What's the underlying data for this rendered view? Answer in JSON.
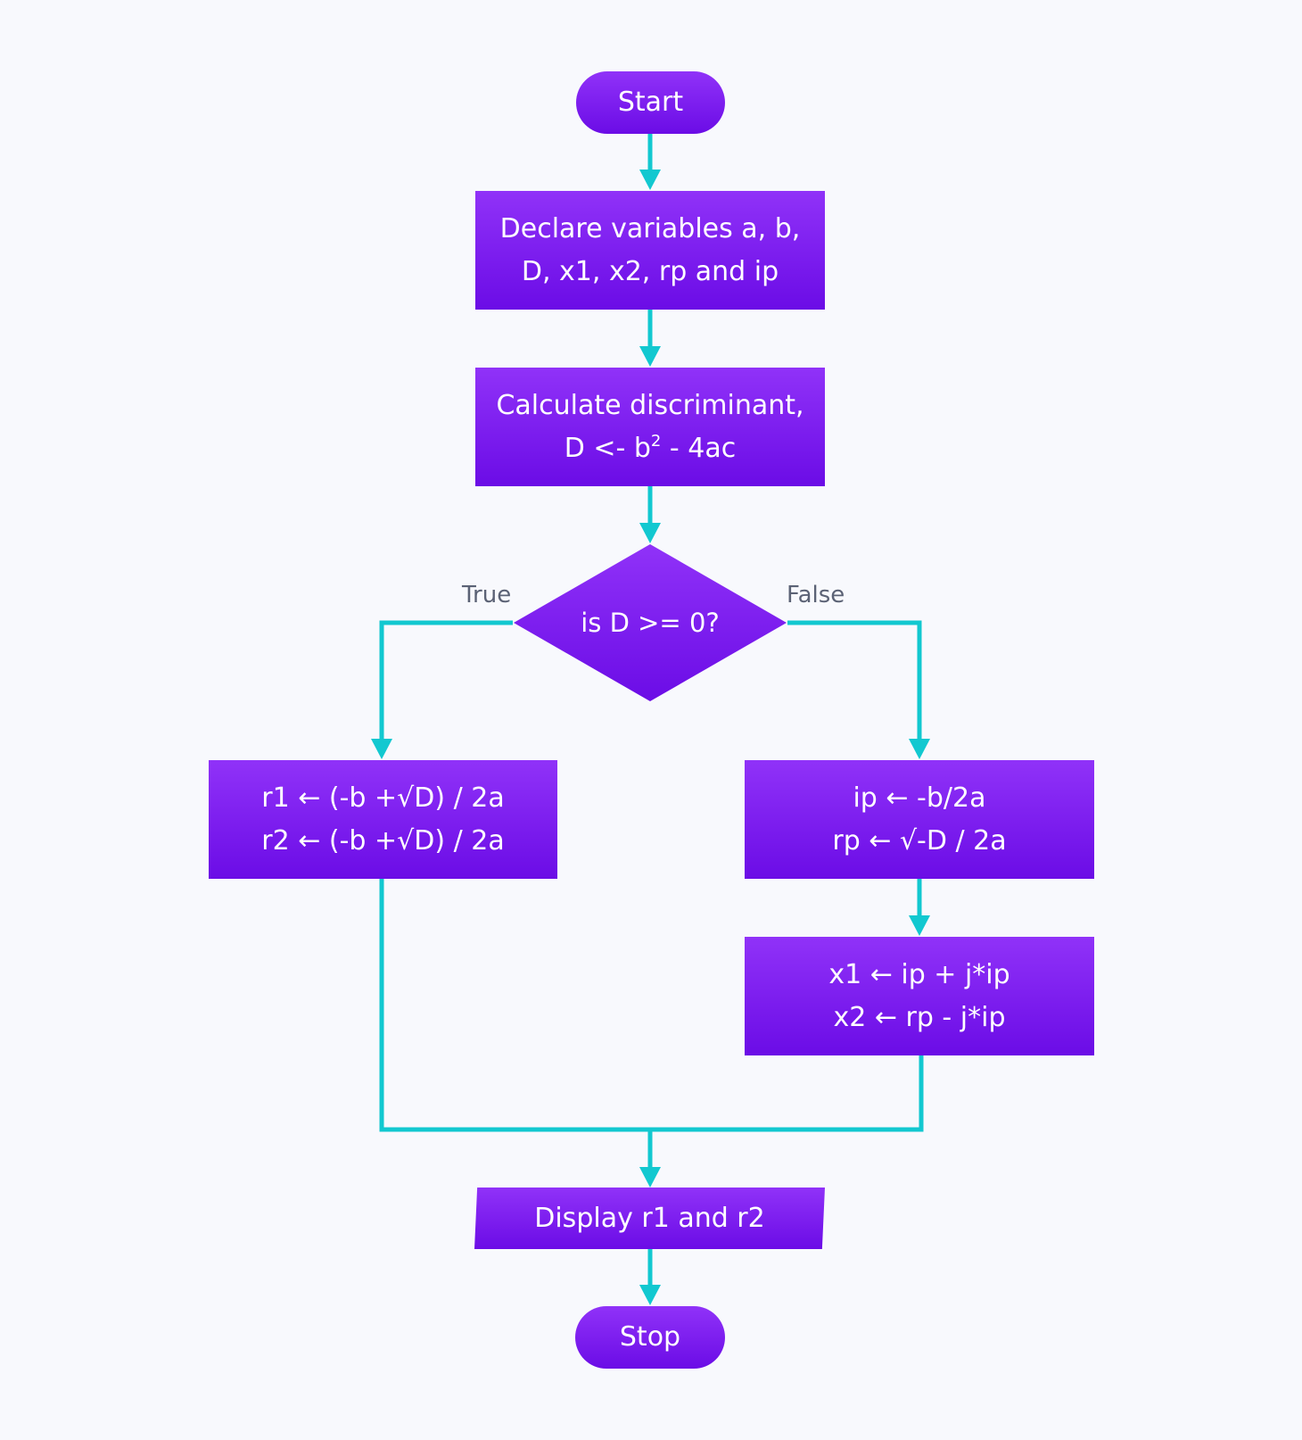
{
  "start": "Start",
  "declare": {
    "line1": "Declare variables a, b,",
    "line2": "D, x1, x2, rp and ip"
  },
  "calculate": {
    "line1": "Calculate discriminant,",
    "line2_prefix": "D <- b",
    "line2_sup": "2",
    "line2_suffix": " - 4ac"
  },
  "decision": "is D >= 0?",
  "true_label": "True",
  "false_label": "False",
  "true_branch": {
    "line1": "r1 ← (-b +√D) / 2a",
    "line2": "r2 ← (-b +√D) / 2a"
  },
  "false_branch_1": {
    "line1": "ip ← -b/2a",
    "line2": "rp ← √-D / 2a"
  },
  "false_branch_2": {
    "line1": "x1 ← ip + j*ip",
    "line2": "x2 ← rp - j*ip"
  },
  "display": "Display r1 and r2",
  "stop": "Stop",
  "colors": {
    "node_top": "#9032f8",
    "node_bottom": "#6b0ce6",
    "connector": "#12c8d0",
    "label": "#5b6275",
    "background": "#f8f9fd"
  }
}
